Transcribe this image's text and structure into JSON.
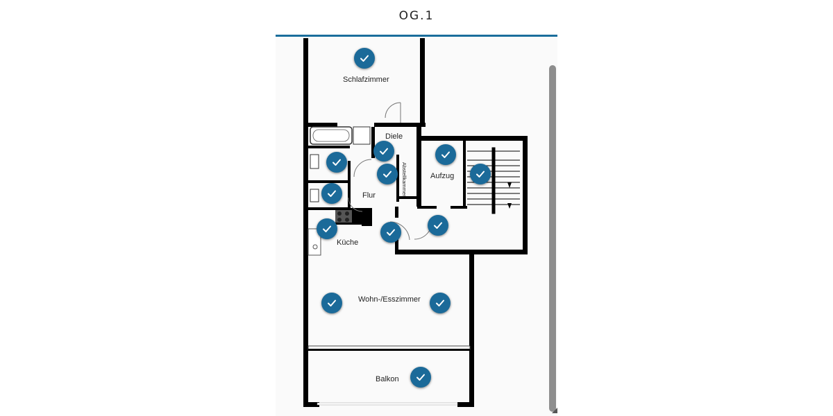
{
  "header": {
    "title": "OG.1"
  },
  "colors": {
    "accent": "#1a6e9c",
    "marker_fill": "#1b6a99",
    "marker_check": "#ffffff",
    "wall": "#000000",
    "scrollbar": "#8e8e8e"
  },
  "floorplan": {
    "rooms": {
      "schlafzimmer": "Schlafzimmer",
      "diele": "Diele",
      "abstellkammer": "Abstellkammer",
      "aufzug": "Aufzug",
      "flur": "Flur",
      "kueche": "Küche",
      "wohn_esszimmer": "Wohn-/Esszimmer",
      "balkon": "Balkon"
    },
    "markers": [
      {
        "id": "schlafzimmer",
        "icon": "check-icon",
        "state": "completed"
      },
      {
        "id": "diele",
        "icon": "check-icon",
        "state": "completed"
      },
      {
        "id": "bad",
        "icon": "check-icon",
        "state": "completed"
      },
      {
        "id": "abstellkammer",
        "icon": "check-icon",
        "state": "completed"
      },
      {
        "id": "aufzug",
        "icon": "check-icon",
        "state": "completed"
      },
      {
        "id": "treppenhaus",
        "icon": "check-icon",
        "state": "completed"
      },
      {
        "id": "wc",
        "icon": "check-icon",
        "state": "completed"
      },
      {
        "id": "kueche",
        "icon": "check-icon",
        "state": "completed"
      },
      {
        "id": "flur",
        "icon": "check-icon",
        "state": "completed"
      },
      {
        "id": "eingang",
        "icon": "check-icon",
        "state": "completed"
      },
      {
        "id": "wohnzimmer-links",
        "icon": "check-icon",
        "state": "completed"
      },
      {
        "id": "wohnzimmer-rechts",
        "icon": "check-icon",
        "state": "completed"
      },
      {
        "id": "balkon",
        "icon": "check-icon",
        "state": "completed"
      }
    ]
  }
}
